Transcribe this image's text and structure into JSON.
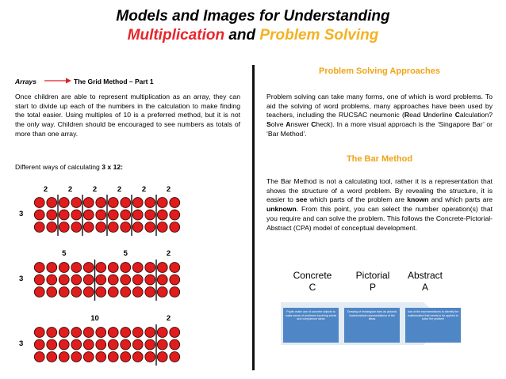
{
  "header": {
    "title_line1": "Models and Images for Understanding",
    "title_multiplication": "Multiplication",
    "title_and": " and ",
    "title_problem_solving": "Problem Solving"
  },
  "left": {
    "arrays_label": "Arrays",
    "grid_method_label": "The Grid Method – Part 1",
    "paragraph": "Once children are able to represent multiplication as an array, they can start to divide up each of the numbers in the calculation to make finding the total easier. Using multiples of 10 is a preferred method, but it is not the only way. Children should be encouraged to see numbers as totals of more than one array.",
    "ways_prefix": "Different ways of calculating ",
    "ways_bold": "3 x 12:",
    "arrays": [
      {
        "row_label": "3",
        "group_labels": [
          "2",
          "2",
          "2",
          "2",
          "2",
          "2"
        ],
        "groups": [
          2,
          2,
          2,
          2,
          2,
          2
        ]
      },
      {
        "row_label": "3",
        "group_labels": [
          "5",
          "5",
          "2"
        ],
        "groups": [
          5,
          5,
          2
        ]
      },
      {
        "row_label": "3",
        "group_labels": [
          "10",
          "2"
        ],
        "groups": [
          10,
          2
        ]
      }
    ]
  },
  "right": {
    "heading": "Problem Solving Approaches",
    "paragraph1": "Problem solving can take many forms, one of which is word problems. To aid the solving of word problems, many approaches have been used by teachers, including the RUCSAC neumonic (Read Underline Calculation? Solve Answer Check). In a more visual approach is the ‘Singapore Bar’ or ‘Bar Method’.",
    "bar_heading": "The Bar Method",
    "paragraph2": "The Bar Method is not a calculating tool, rather it is a representation that shows the structure of a word problem. By revealing the structure, it is easier to see which parts of the problem are known and which parts are unknown. From this point, you can select the number operation(s) that you require and can solve the problem. This follows the Concrete-Pictorial-Abstract (CPA) model of conceptual development.",
    "cpa": [
      {
        "word": "Concrete",
        "letter": "C"
      },
      {
        "word": "Pictorial",
        "letter": "P"
      },
      {
        "word": "Abstract",
        "letter": "A"
      }
    ],
    "cpa_boxes": [
      "Pupils make use of concrete objects to make sense of problems involving whole and comparison ideas",
      "Drawing of rectangular bars as pictorial /mathematical representations of the ideas",
      "Use of the representations to identify the mathematics that needs to be applied to solve the problem"
    ]
  },
  "colors": {
    "title_red": "#e8262b",
    "title_orange": "#f5b120",
    "dot_red": "#e01c1c",
    "cpa_blue": "#4f86c6"
  }
}
